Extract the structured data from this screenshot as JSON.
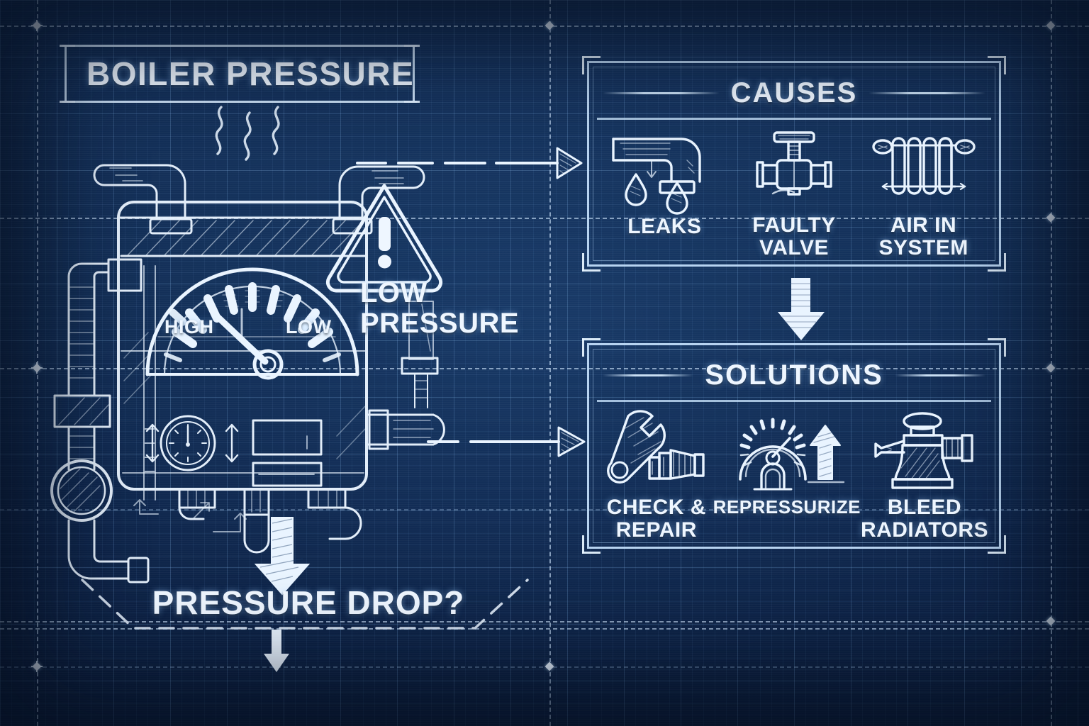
{
  "title": {
    "text": "BOILER PRESSURE"
  },
  "diagram": {
    "status_callout": {
      "label": "LOW PRESSURE",
      "line1": "LOW",
      "line2": "PRESSURE",
      "icon": "warning-triangle-icon"
    },
    "gauge": {
      "left_label": "HIGH",
      "right_label": "LOW",
      "needle_direction": "upper-left"
    },
    "bottom_callout": {
      "text": "PRESSURE DROP?"
    },
    "equipment_icon": "boiler-unit-icon",
    "flow_arrows": [
      {
        "name": "boiler-to-causes-arrow",
        "direction": "right"
      },
      {
        "name": "boiler-to-solutions-arrow",
        "direction": "right"
      },
      {
        "name": "causes-to-solutions-arrow",
        "direction": "down"
      },
      {
        "name": "boiler-pressure-drop-arrow",
        "direction": "down"
      },
      {
        "name": "pressure-drop-down-arrow",
        "direction": "down"
      }
    ]
  },
  "panels": [
    {
      "id": "causes",
      "title": "CAUSES",
      "items": [
        {
          "label": "LEAKS",
          "line1": "LEAKS",
          "line2": "",
          "icon": "leaking-pipe-icon"
        },
        {
          "label": "FAULTY VALVE",
          "line1": "FAULTY",
          "line2": "VALVE",
          "icon": "gate-valve-icon"
        },
        {
          "label": "AIR IN SYSTEM",
          "line1": "AIR IN",
          "line2": "SYSTEM",
          "icon": "radiator-icon"
        }
      ]
    },
    {
      "id": "solutions",
      "title": "SOLUTIONS",
      "items": [
        {
          "label": "CHECK & REPAIR",
          "line1": "CHECK &",
          "line2": "REPAIR",
          "icon": "wrench-pipe-icon"
        },
        {
          "label": "REPRESSURIZE",
          "line1": "REPRESSURIZE",
          "line2": "",
          "icon": "pressure-gauge-up-icon"
        },
        {
          "label": "BLEED RADIATORS",
          "line1": "BLEED",
          "line2": "RADIATORS",
          "icon": "bleed-valve-icon"
        }
      ]
    }
  ],
  "colors": {
    "background": "#0e2546",
    "background_deep": "#0a1b3a",
    "grid_line": "#2a4a72",
    "ink": "#e9f4ff",
    "accent_guide": "#cde4fc"
  }
}
